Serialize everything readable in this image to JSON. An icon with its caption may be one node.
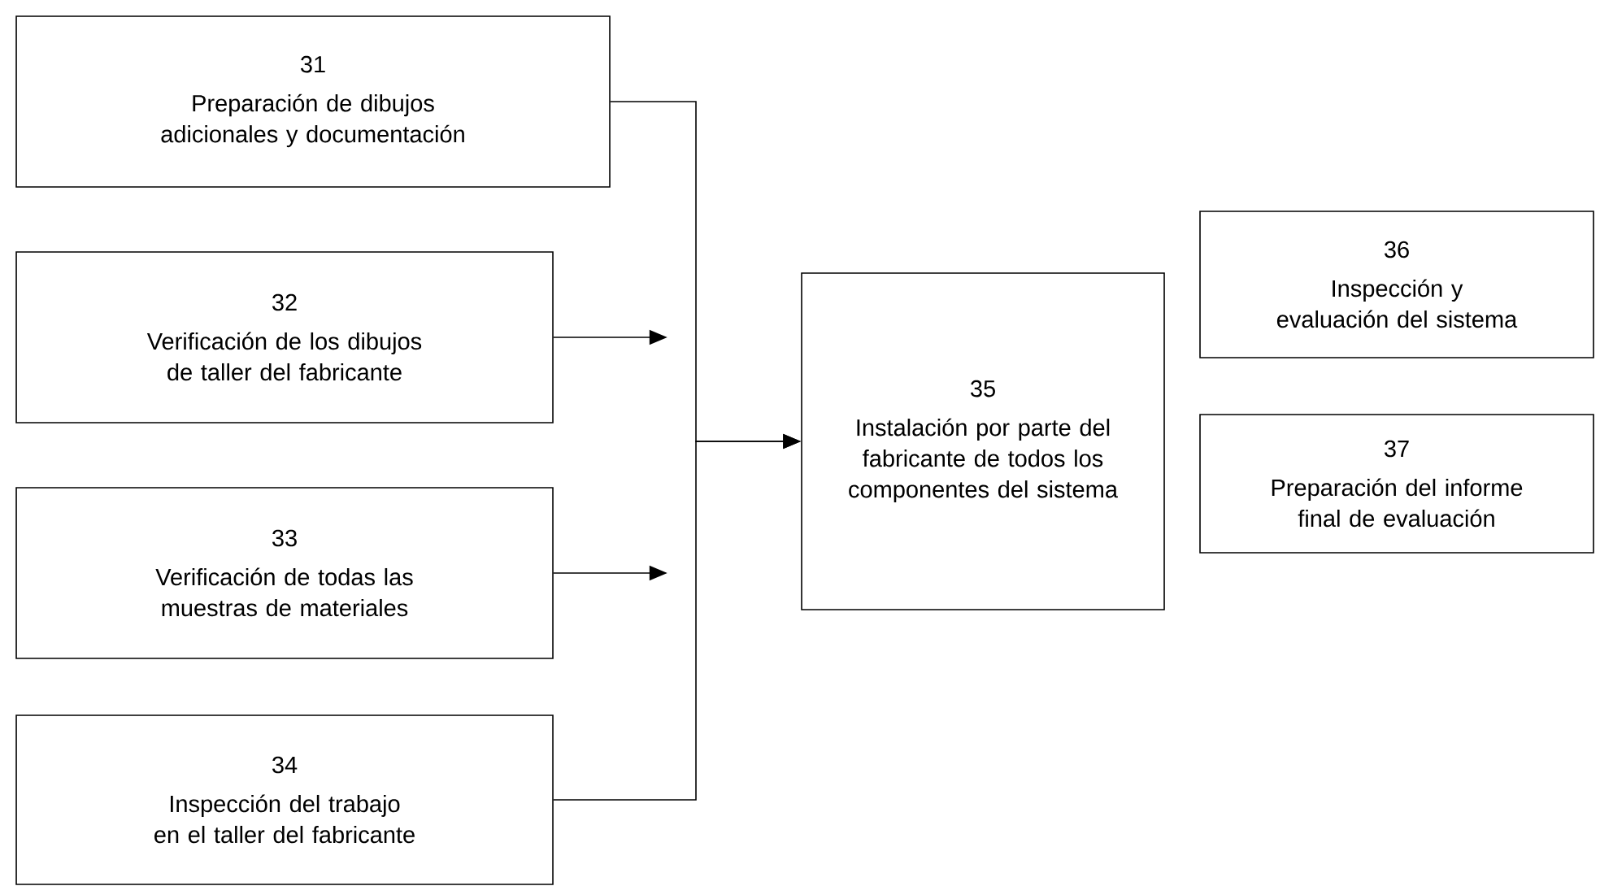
{
  "diagram": {
    "nodes": [
      {
        "text": [
          "31",
          "Preparación de dibujos adicionales y documentación"
        ]
      },
      {
        "text": [
          "32",
          "Verificación de los dibujos de taller del fabricante"
        ]
      },
      {
        "text": [
          "33",
          "Verificación de todas las muestras de materiales"
        ]
      },
      {
        "text": [
          "34",
          "Inspección del trabajo en el taller del fabricante"
        ]
      },
      {
        "text": [
          "35",
          "Instalación por parte del fabricante de todos los componentes del sistema"
        ]
      },
      {
        "text": [
          "36",
          "Inspección y evaluación del sistema"
        ]
      },
      {
        "text": [
          "37",
          "Preparación del informe final de evaluación"
        ]
      }
    ],
    "edges": [
      {
        "from": 0,
        "to": 4,
        "arrow": "to"
      },
      {
        "from": 1,
        "to": null,
        "arrow": "to"
      },
      {
        "from": 2,
        "to": null,
        "arrow": "to"
      },
      {
        "from": 3,
        "to": 4,
        "arrow": "to"
      }
    ]
  }
}
